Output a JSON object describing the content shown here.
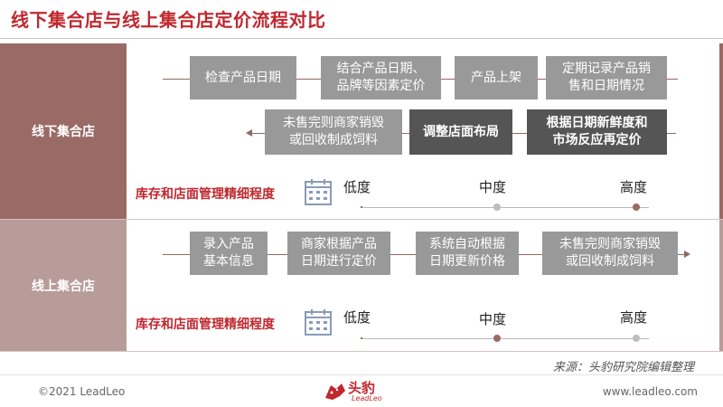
{
  "title": "线下集合店与线上集合店定价流程对比",
  "offline": {
    "label": "线下集合店",
    "row1": [
      "检查产品日期",
      "结合产品日期、\n品牌等因素定价",
      "产品上架",
      "定期记录产品销\n售和日期情况"
    ],
    "row2": [
      "未售完则商家销毁\n或回收制成饲料",
      "调整店面布局",
      "根据日期新鲜度和\n市场反应再定价"
    ],
    "management_label": "库存和店面管理精细程度",
    "levels": [
      "低度",
      "中度",
      "高度"
    ],
    "active_level": "高度"
  },
  "online": {
    "label": "线上集合店",
    "steps": [
      "录入产品\n基本信息",
      "商家根据产品\n日期进行定价",
      "系统自动根据\n日期更新价格",
      "未售完则商家销毁\n或回收制成饲料"
    ],
    "management_label": "库存和店面管理精细程度",
    "levels": [
      "低度",
      "中度",
      "高度"
    ],
    "active_level": "中度"
  },
  "icons": {
    "calendar": "calendar-icon",
    "logo": "leopard-logo-icon"
  },
  "colors": {
    "accent": "#c0282f",
    "band1": "#9a6a66",
    "band2": "#b89c9a",
    "box": "#999999",
    "box_dark": "#555555"
  },
  "source": "来源：头豹研究院编辑整理",
  "footer": {
    "copyright": "©2021 LeadLeo",
    "site": "www.leadleo.com",
    "logo_text": "头豹",
    "logo_sub": "LeadLeo"
  }
}
